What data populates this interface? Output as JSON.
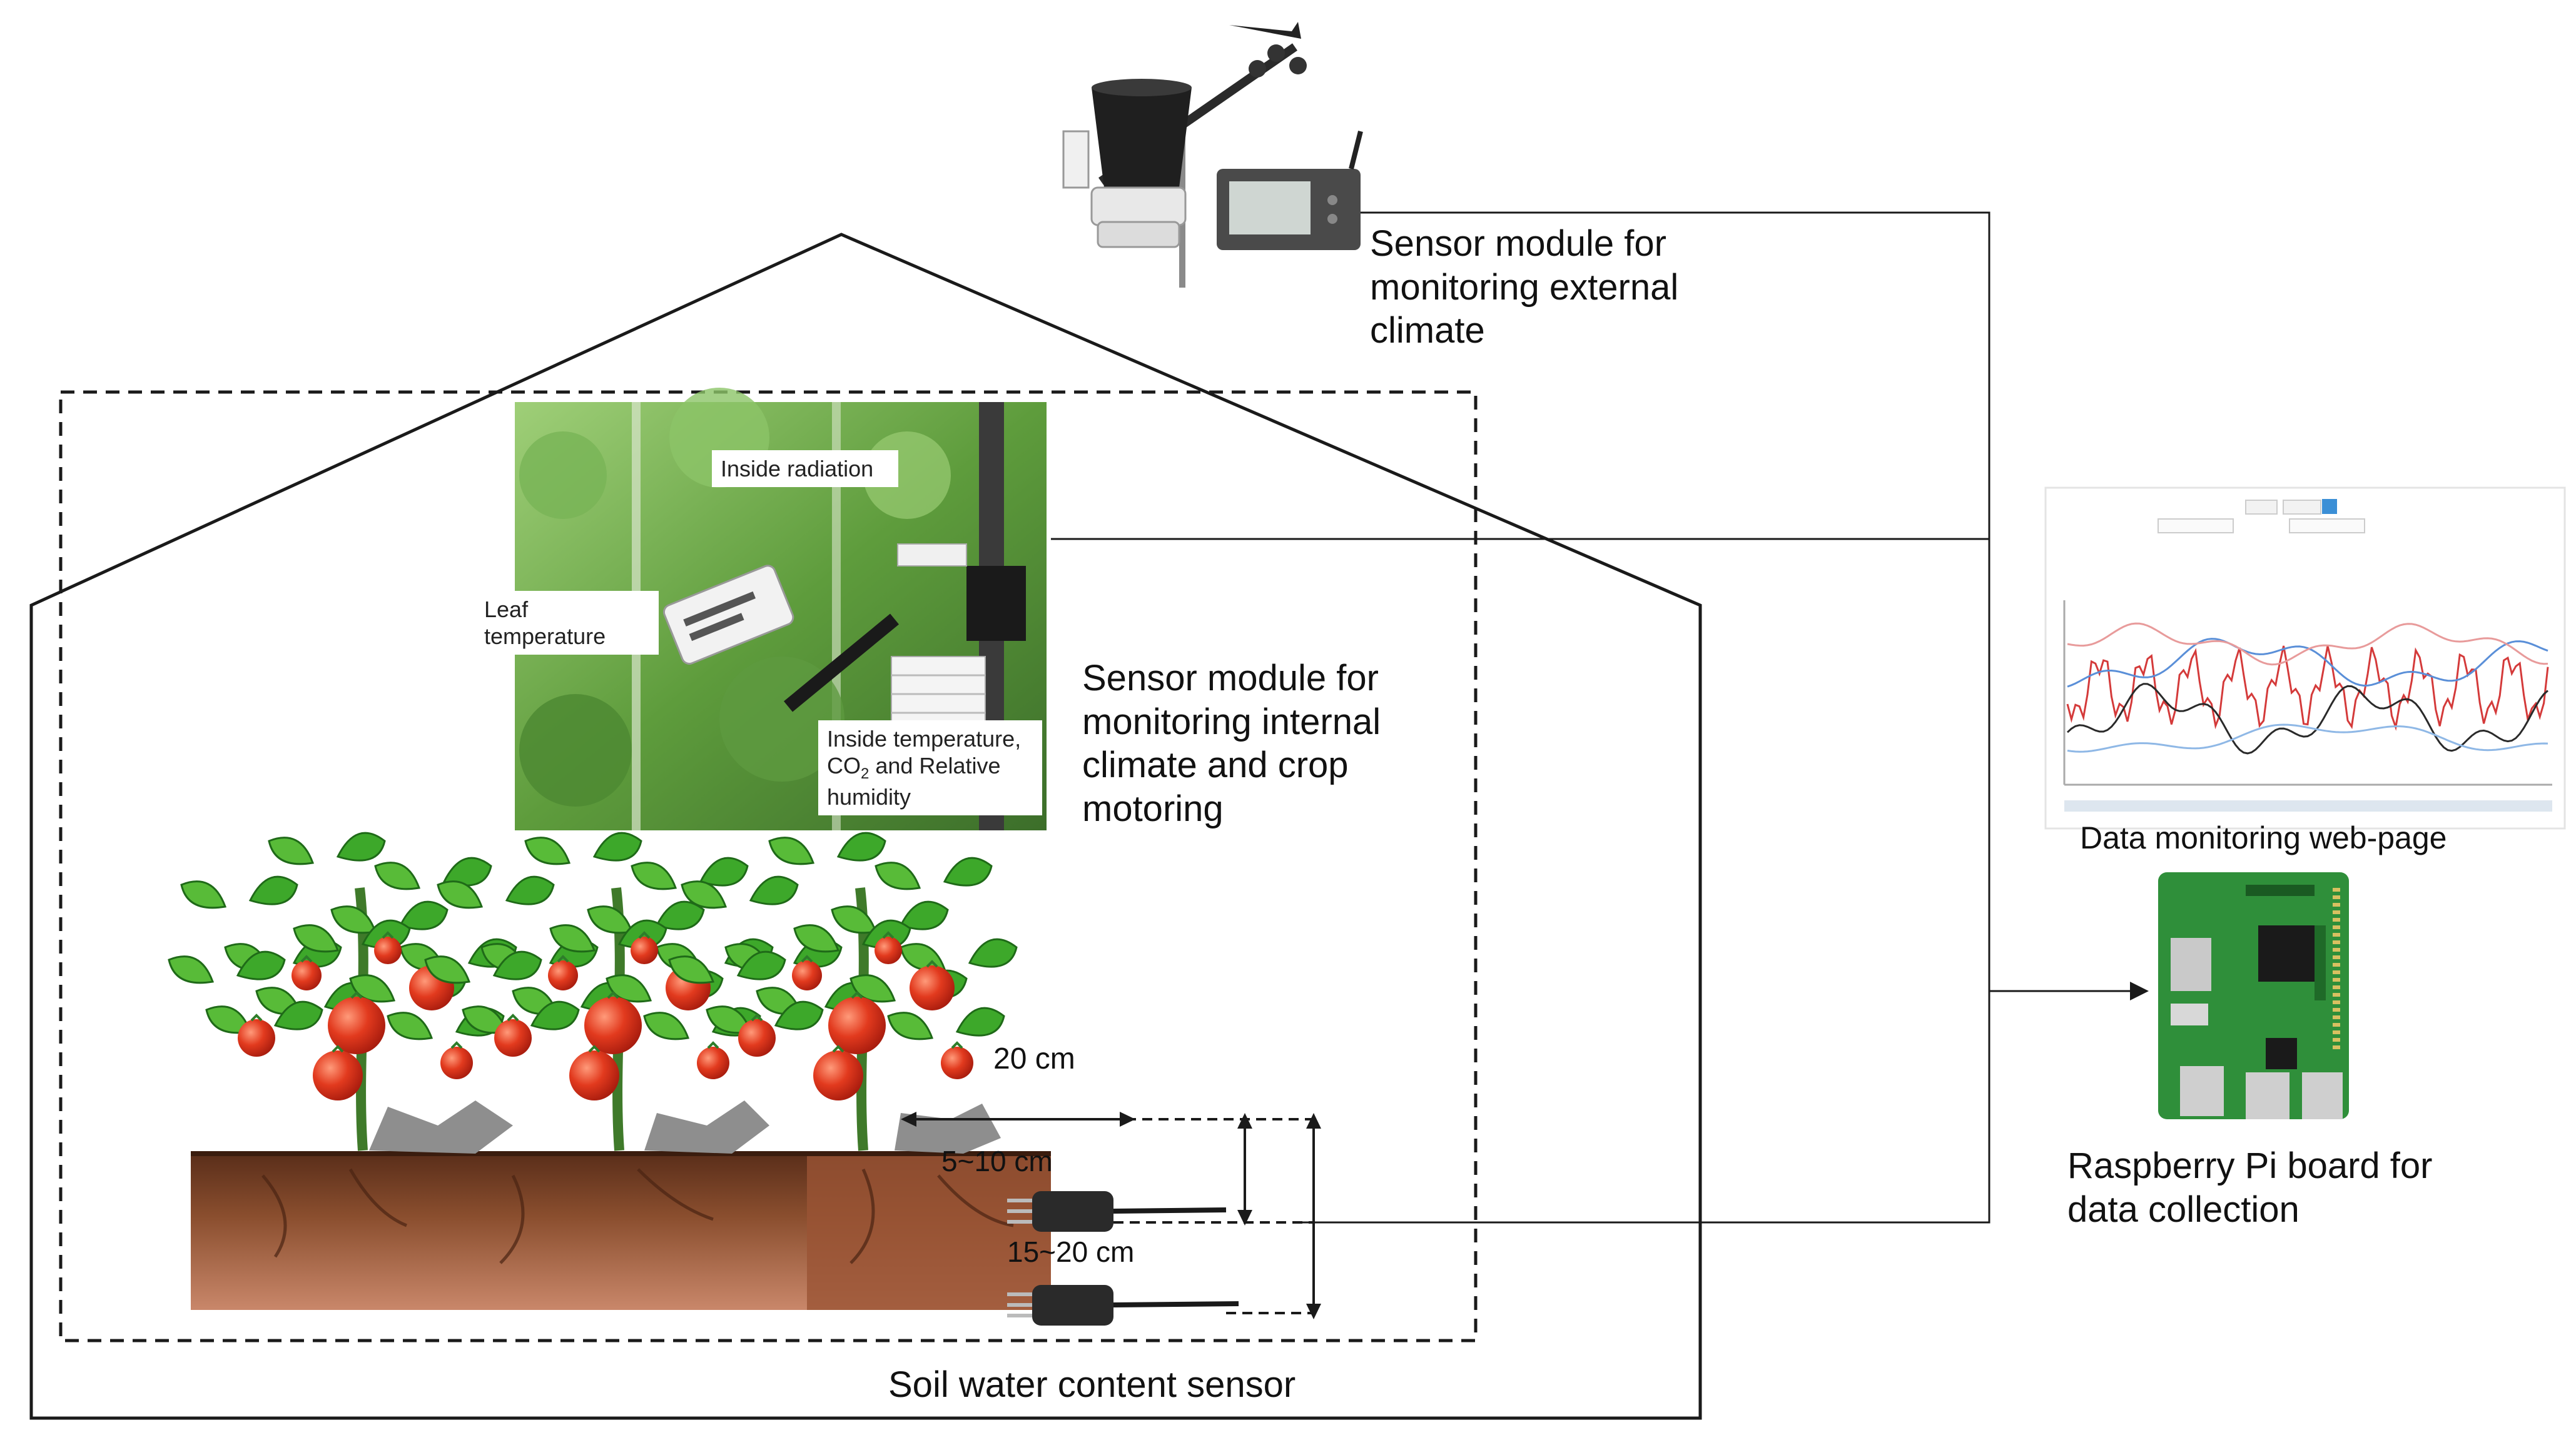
{
  "labels": {
    "external_sensor": "Sensor module for monitoring external climate",
    "internal_sensor": "Sensor module for monitoring internal climate and crop motoring",
    "web_page": "Data monitoring web-page",
    "raspberry": "Raspberry Pi board for data collection",
    "soil_sensor": "Soil water content sensor",
    "dist_20cm": "20 cm",
    "depth_5_10": "5~10 cm",
    "depth_15_20": "15~20 cm"
  },
  "photo_callouts": {
    "inside_radiation": "Inside radiation",
    "leaf_temperature": "Leaf temperature",
    "inside_temp_line1": "Inside temperature,",
    "inside_temp_co2": "CO",
    "inside_temp_co2_sub": "2",
    "inside_temp_rest": " and Relative humidity"
  },
  "colors": {
    "line": "#1a1a1a",
    "board_green": "#2f8f3a",
    "leaf_green": "#3da82a",
    "tomato_red": "#e23a1e",
    "soil_brown": "#8a4e2e",
    "chart_red": "#d43a3a",
    "chart_blue": "#5a8fd8",
    "chart_dark": "#2a2a2a"
  }
}
